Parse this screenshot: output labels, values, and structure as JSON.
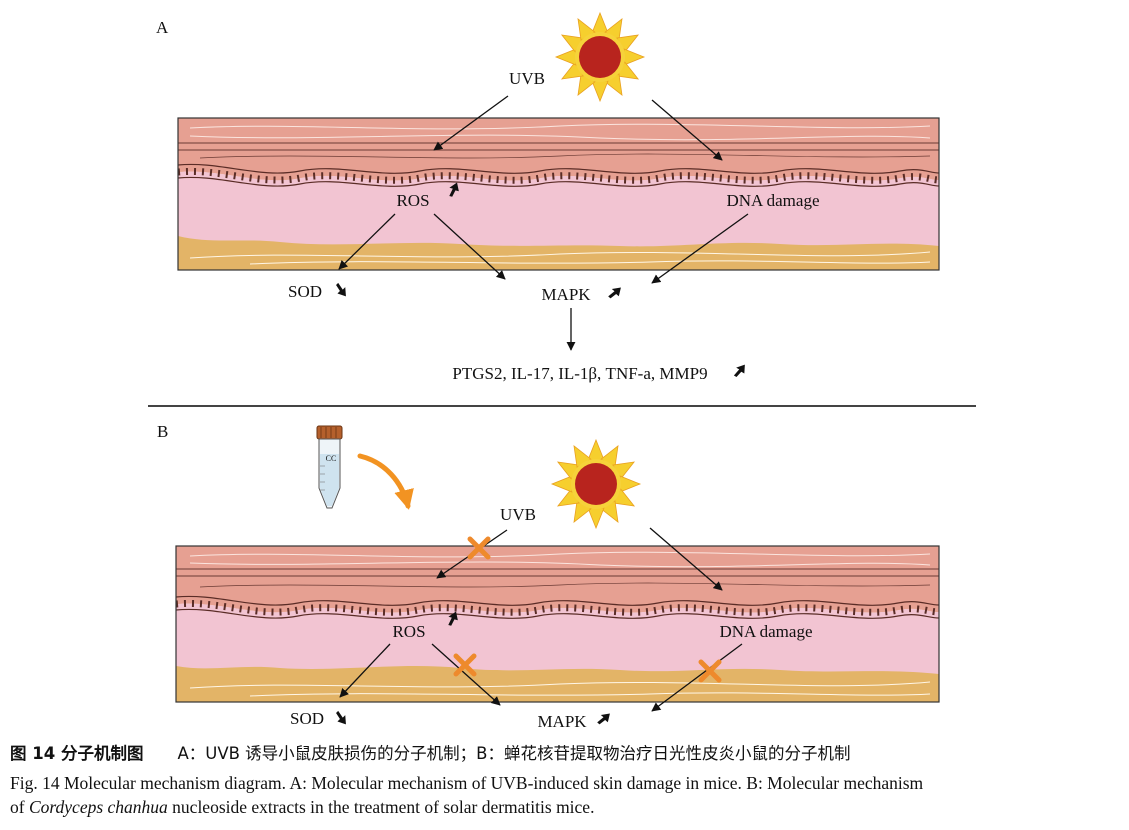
{
  "panel_a": {
    "label": "A",
    "uvb": "UVB",
    "ros": "ROS",
    "dna_damage": "DNA damage",
    "sod": "SOD",
    "mapk": "MAPK",
    "downstream": "PTGS2, IL-17, IL-1β, TNF-a, MMP9"
  },
  "panel_b": {
    "label": "B",
    "tube_label": "CC",
    "uvb": "UVB",
    "ros": "ROS",
    "dna_damage": "DNA damage",
    "sod": "SOD",
    "mapk": "MAPK"
  },
  "caption": {
    "zh_fig": "图 14  分子机制图",
    "zh_text": "A：UVB 诱导小鼠皮肤损伤的分子机制；B：蝉花核苷提取物治疗日光性皮炎小鼠的分子机制",
    "en_line1": "Fig. 14 Molecular mechanism diagram. A: Molecular mechanism of UVB-induced skin damage in mice. B: Molecular mechanism",
    "en_line2_pre": "of",
    "en_line2_italic": "Cordyceps chanhua",
    "en_line2_post": "nucleoside extracts in the treatment of solar dermatitis mice."
  },
  "colors": {
    "epidermis": "#e6a092",
    "epidermis_dark": "#d98878",
    "dermis": "#f2c4d2",
    "subcutis": "#e3b467",
    "sun_core": "#b8241e",
    "sun_ray": "#f6cf2e",
    "inhibit_mark": "#ee8a2c",
    "tube_cap": "#b5602c",
    "tube_body": "#cfe3ef",
    "curve_arrow": "#f29322",
    "divider": "#444444"
  }
}
